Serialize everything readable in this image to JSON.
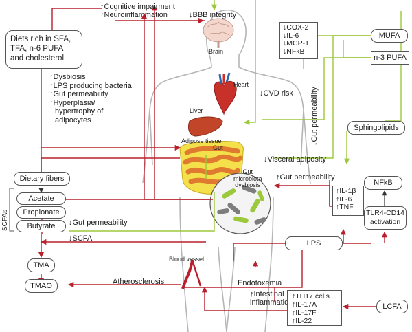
{
  "top": {
    "cognitive": "↑Cognitive impairment",
    "neuro": "↑Neuroinflammation",
    "bbb": "↓BBB integrity"
  },
  "diets": [
    "Diets rich in SFA,",
    "TFA, n-6 PUFA",
    "and cholesterol"
  ],
  "effects": [
    "↑Dysbiosis",
    "↑LPS producing bacteria",
    "↑Gut permeability",
    "↑Hyperplasia/",
    "hypertrophy of",
    "adipocytes"
  ],
  "organs": {
    "brain": "Brain",
    "heart": "Heart",
    "liver": "Liver",
    "adipose": "Adipose tissue",
    "gut": "Gut",
    "microbiota": [
      "Gut",
      "microbiota",
      "dysbiosis"
    ],
    "blood_vessel": "Blood vessel"
  },
  "inflam_top": [
    "↓COX-2",
    "↓IL-6",
    "↓MCP-1",
    "↓NFkB"
  ],
  "mufa": "MUFA",
  "n3pufa": "n-3 PUFA",
  "cvd": "↓CVD risk",
  "gut_perm_vertical": "↓Gut permeability",
  "sphingolipids": "Sphingolipids",
  "visceral": "↓Visceral adiposity",
  "gut_perm_up": "↑Gut permeability",
  "nfkb": "NFkB",
  "tlr": [
    "TLR4-CD14",
    "activation"
  ],
  "cytokines": [
    "↑IL-1β",
    "↑IL-6",
    "↑TNF"
  ],
  "scfa_group": {
    "fibers": "Dietary fibers",
    "acetate": "Acetate",
    "propionate": "Propionate",
    "butyrate": "Butyrate",
    "side": "SCFAs"
  },
  "butyrate_gut": "↓Gut permeability",
  "scfa_down": "↓SCFA",
  "lps": "LPS",
  "tma": "TMA",
  "tmao": "TMAO",
  "athero": "Atherosclerosis",
  "endo": "Endotoxemia",
  "intestinal": [
    "↑Intestinal",
    "inflammation"
  ],
  "th17": [
    "↑TH17 cells",
    "↑IL-17A",
    "↑IL-17F",
    "↑IL-22"
  ],
  "lcfa": "LCFA",
  "colors": {
    "red_arrow": "#b8202c",
    "green_arrow": "#9cc83c",
    "brain": "#f3d6cc",
    "heart": "#c8302a",
    "liver": "#c2452a",
    "gut": "#e07a30",
    "adipose": "#f3e04a",
    "body_outline": "#b5b5b5"
  }
}
